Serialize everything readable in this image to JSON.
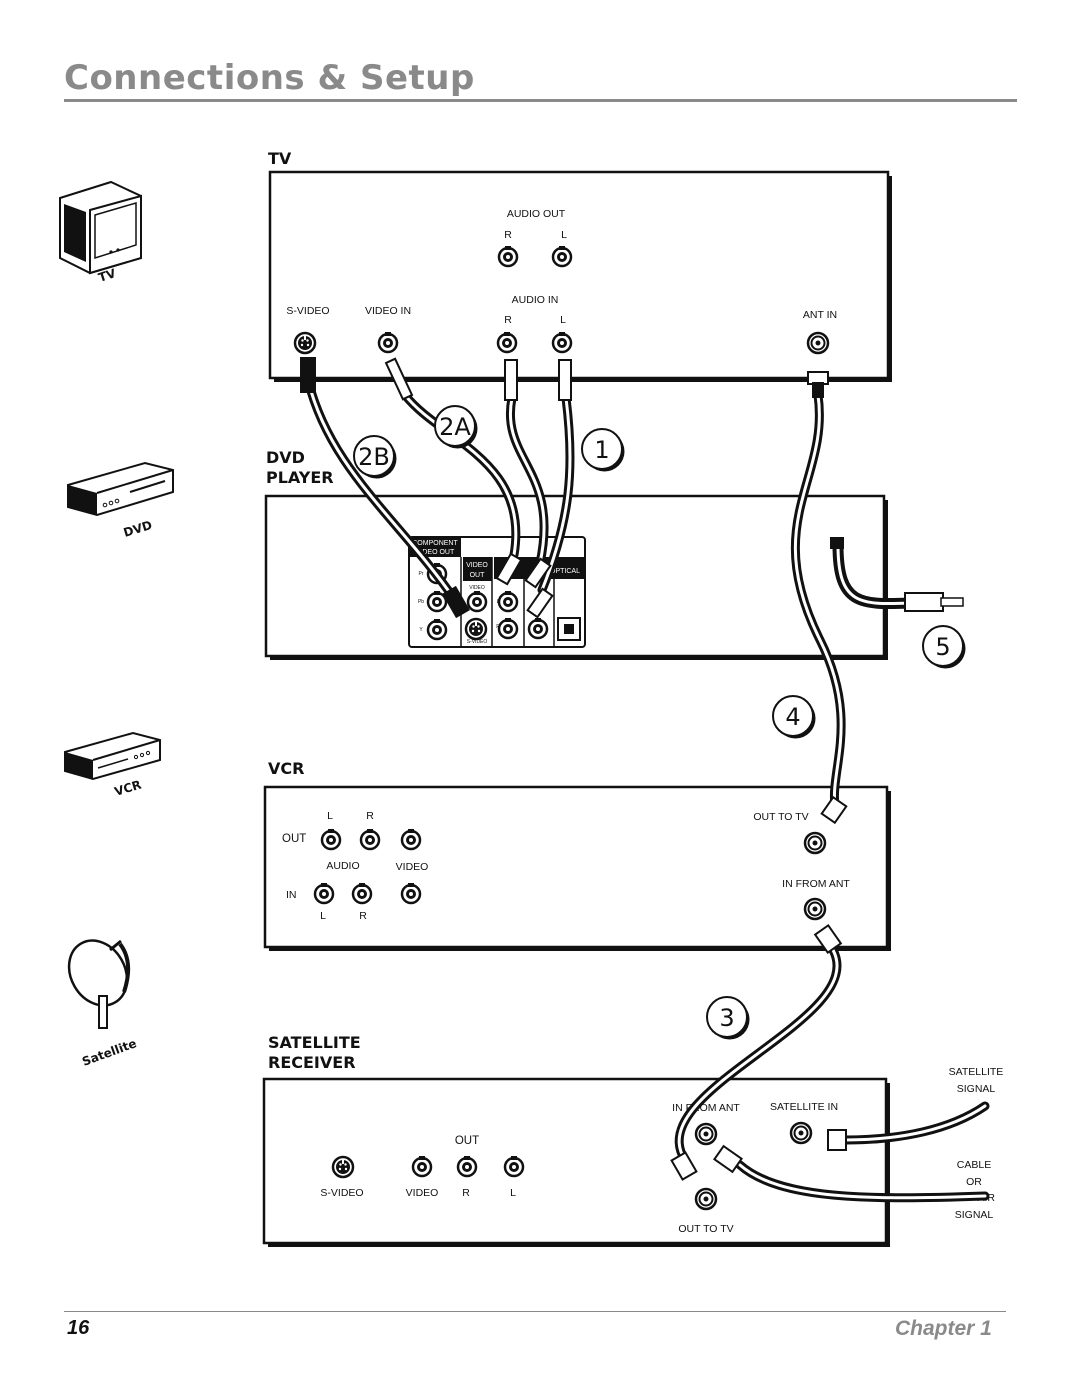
{
  "page": {
    "title": "Connections & Setup",
    "page_number": "16",
    "chapter": "Chapter 1"
  },
  "icons": {
    "tv": "TV",
    "dvd": "DVD",
    "vcr": "VCR",
    "satellite": "Satellite"
  },
  "tv": {
    "label": "TV",
    "audio_out": "AUDIO OUT",
    "audio_out_r": "R",
    "audio_out_l": "L",
    "s_video": "S-VIDEO",
    "video_in": "VIDEO IN",
    "audio_in": "AUDIO IN",
    "audio_in_r": "R",
    "audio_in_l": "L",
    "ant_in": "ANT IN"
  },
  "dvd": {
    "label_line1": "DVD",
    "label_line2": "PLAYER",
    "component_line1": "COMPONENT",
    "component_line2": "VIDEO OUT",
    "video_out_line1": "VIDEO",
    "video_out_line2": "OUT",
    "optical": "OPTICAL",
    "pr": "Pr",
    "pb": "Pb",
    "y": "Y",
    "video": "VIDEO",
    "s_video": "S-VIDEO",
    "l": "L",
    "r": "R"
  },
  "vcr": {
    "label": "VCR",
    "l_top": "L",
    "r_top": "R",
    "out": "OUT",
    "audio": "AUDIO",
    "video": "VIDEO",
    "in": "IN",
    "l_bottom": "L",
    "r_bottom": "R",
    "out_to_tv": "OUT TO TV",
    "in_from_ant": "IN FROM ANT"
  },
  "satellite": {
    "label_line1": "SATELLITE",
    "label_line2": "RECEIVER",
    "in_from_ant": "IN FROM ANT",
    "satellite_in": "SATELLITE IN",
    "out": "OUT",
    "s_video": "S-VIDEO",
    "video": "VIDEO",
    "r": "R",
    "l": "L",
    "out_to_tv": "OUT TO TV"
  },
  "signals": {
    "satellite_line1": "SATELLITE",
    "satellite_line2": "SIGNAL",
    "cable_line1": "CABLE",
    "cable_line2": "OR",
    "cable_line3": "OFF-AIR",
    "cable_line4": "SIGNAL"
  },
  "steps": {
    "s1": "1",
    "s2a": "2A",
    "s2b": "2B",
    "s3": "3",
    "s4": "4",
    "s5": "5"
  }
}
